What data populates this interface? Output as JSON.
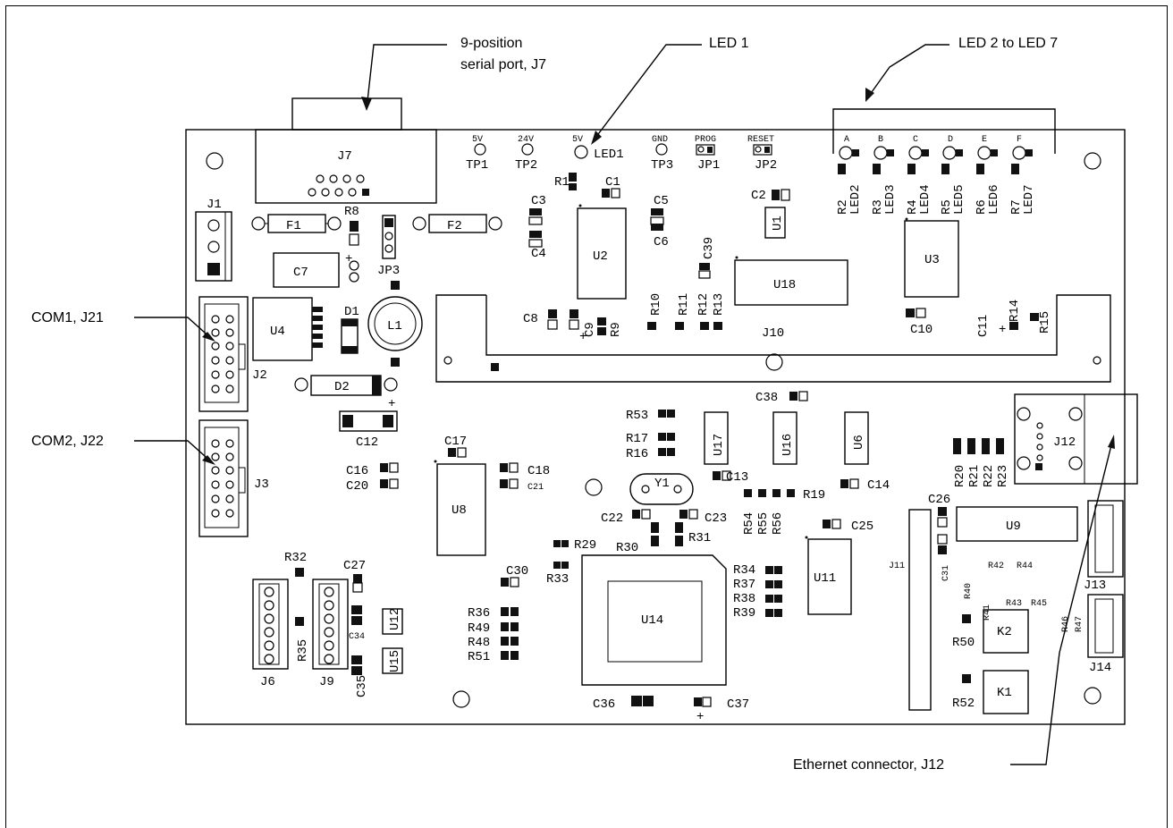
{
  "callouts": {
    "serial_port_line1": "9-position",
    "serial_port_line2": "serial port, J7",
    "led1": "LED 1",
    "led2_7": "LED 2 to LED 7",
    "com1": "COM1, J21",
    "com2": "COM2, J22",
    "ethernet": "Ethernet connector, J12"
  },
  "testpoints": [
    {
      "top": "5V",
      "bottom": "TP1"
    },
    {
      "top": "24V",
      "bottom": "TP2"
    },
    {
      "top": "5V",
      "bottom": "LED1"
    },
    {
      "top": "GND",
      "bottom": "TP3"
    },
    {
      "top": "PROG",
      "bottom": "JP1"
    },
    {
      "top": "RESET",
      "bottom": "JP2"
    }
  ],
  "led_row": {
    "letters": [
      "A",
      "B",
      "C",
      "D",
      "E",
      "F"
    ],
    "resistors": [
      "R2",
      "R3",
      "R4",
      "R5",
      "R6",
      "R7"
    ],
    "leds": [
      "LED2",
      "LED3",
      "LED4",
      "LED5",
      "LED6",
      "LED7"
    ]
  },
  "labels": {
    "j7": "J7",
    "j1": "J1",
    "f1": "F1",
    "f2": "F2",
    "r8": "R8",
    "jp3": "JP3",
    "c7": "C7",
    "u4": "U4",
    "d1": "D1",
    "l1": "L1",
    "j2": "J2",
    "d2": "D2",
    "c12": "C12",
    "j3": "J3",
    "r1": "R1",
    "c1": "C1",
    "c3": "C3",
    "c4": "C4",
    "u2": "U2",
    "c5": "C5",
    "c6": "C6",
    "c2": "C2",
    "u1": "U1",
    "c39": "C39",
    "u18": "U18",
    "u3": "U3",
    "c8": "C8",
    "c9": "C9",
    "r9": "R9",
    "r10": "R10",
    "r11": "R11",
    "r12": "R12",
    "r13": "R13",
    "j10": "J10",
    "c10": "C10",
    "c11": "C11",
    "r14": "R14",
    "r15": "R15",
    "c38": "C38",
    "r53": "R53",
    "r17": "R17",
    "r16": "R16",
    "u17": "U17",
    "u16": "U16",
    "u6": "U6",
    "j12": "J12",
    "c17": "C17",
    "c16": "C16",
    "c20": "C20",
    "c18": "C18",
    "c21": "C21",
    "u8": "U8",
    "c13": "C13",
    "c14": "C14",
    "y1": "Y1",
    "r20": "R20",
    "r21": "R21",
    "r22": "R22",
    "r23": "R23",
    "c26": "C26",
    "u9": "U9",
    "c22": "C22",
    "c23": "C23",
    "r54": "R54",
    "r55": "R55",
    "r56": "R56",
    "r19": "R19",
    "c25": "C25",
    "r30": "R30",
    "r31": "R31",
    "r29": "R29",
    "r33": "R33",
    "u11": "U11",
    "j11": "J11",
    "c31": "C31",
    "r40": "R40",
    "r42": "R42",
    "r44": "R44",
    "j13": "J13",
    "r32": "R32",
    "c27": "C27",
    "c30": "C30",
    "r34": "R34",
    "r37": "R37",
    "r38": "R38",
    "r39": "R39",
    "r41": "R41",
    "r43": "R43",
    "r45": "R45",
    "r46": "R46",
    "r47": "R47",
    "u12": "U12",
    "c34": "C34",
    "r35": "R35",
    "r36": "R36",
    "r49": "R49",
    "r48": "R48",
    "r51": "R51",
    "u14": "U14",
    "k2": "K2",
    "r50": "R50",
    "j14": "J14",
    "j6": "J6",
    "j9": "J9",
    "c35": "C35",
    "u15": "U15",
    "k1": "K1",
    "r52": "R52",
    "c36": "C36",
    "c37": "C37",
    "plus": "+"
  }
}
